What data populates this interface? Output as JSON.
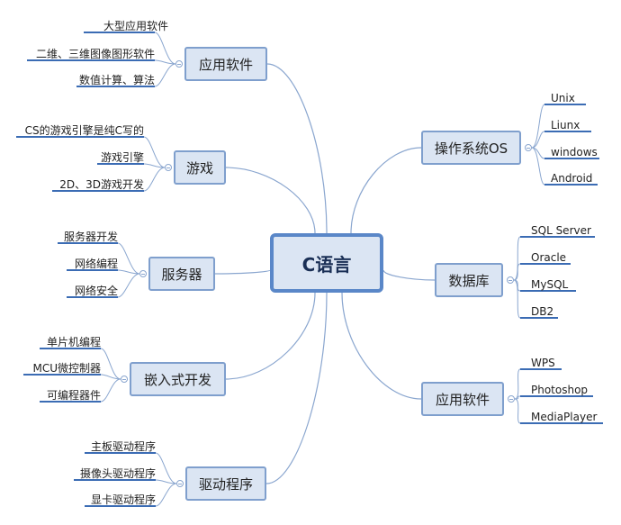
{
  "center": {
    "label": "C语言"
  },
  "left_branches": [
    {
      "label": "应用软件",
      "leaves": [
        "大型应用软件",
        "二维、三维图像图形软件",
        "数值计算、算法"
      ]
    },
    {
      "label": "游戏",
      "leaves": [
        "CS的游戏引擎是纯C写的",
        "游戏引擎",
        "2D、3D游戏开发"
      ]
    },
    {
      "label": "服务器",
      "leaves": [
        "服务器开发",
        "网络编程",
        "网络安全"
      ]
    },
    {
      "label": "嵌入式开发",
      "leaves": [
        "单片机编程",
        "MCU微控制器",
        "可编程器件"
      ]
    },
    {
      "label": "驱动程序",
      "leaves": [
        "主板驱动程序",
        "摄像头驱动程序",
        "显卡驱动程序"
      ]
    }
  ],
  "right_branches": [
    {
      "label": "操作系统OS",
      "leaves": [
        "Unix",
        "Liunx",
        "windows",
        "Android"
      ]
    },
    {
      "label": "数据库",
      "leaves": [
        "SQL Server",
        "Oracle",
        "MySQL",
        "DB2"
      ]
    },
    {
      "label": "应用软件",
      "leaves": [
        "WPS",
        "Photoshop",
        "MediaPlayer"
      ]
    }
  ],
  "colors": {
    "line": "#8aa6cf",
    "node_fill": "#dbe5f3",
    "node_border": "#7f9fcd",
    "center_border": "#5a87c8",
    "leaf_underline": "#3b6cb4"
  }
}
